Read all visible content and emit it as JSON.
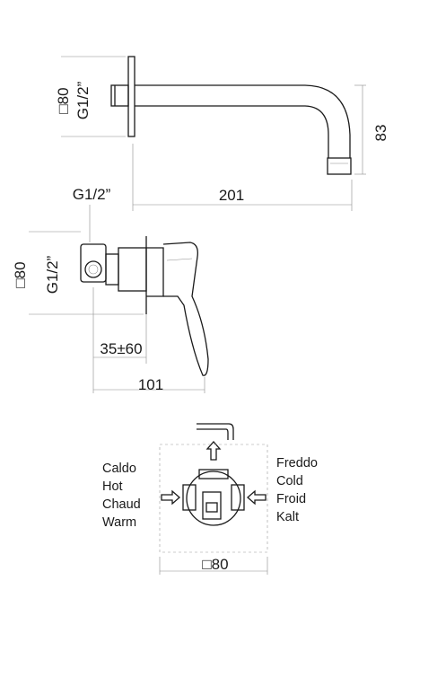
{
  "spout_view": {
    "thread_label": "G1/2”",
    "plate_label": "□80",
    "length_label": "201",
    "height_label": "83"
  },
  "mixer_side_view": {
    "top_thread_label": "G1/2”",
    "thread_label": "G1/2”",
    "plate_label": "□80",
    "depth_range_label": "35±60",
    "total_depth_label": "101"
  },
  "mixer_front_view": {
    "hot_labels": [
      "Caldo",
      "Hot",
      "Chaud",
      "Warm"
    ],
    "cold_labels": [
      "Freddo",
      "Cold",
      "Froid",
      "Kalt"
    ],
    "plate_label": "□80"
  },
  "icons": {
    "hot_inlet": "arrow-right-icon",
    "cold_inlet": "arrow-left-icon",
    "outlet": "arrow-up-icon",
    "outlet_pipe": "spout-icon"
  }
}
